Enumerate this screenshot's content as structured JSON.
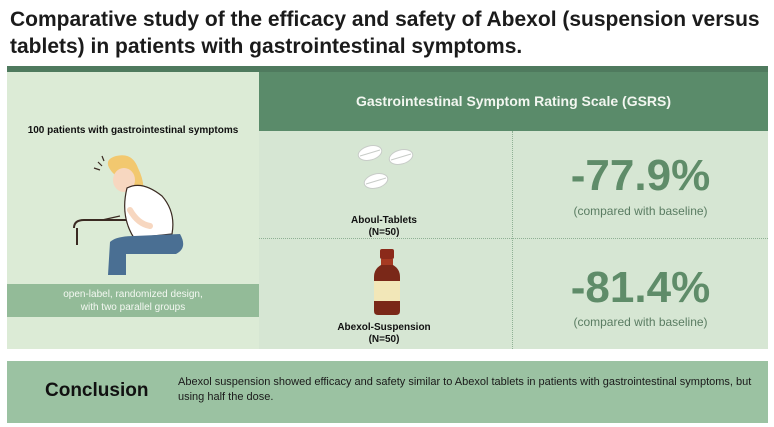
{
  "title": "Comparative study of the efficacy and safety of Abexol (suspension versus tablets) in patients with gastrointestinal symptoms.",
  "left_panel": {
    "heading": "100 patients with gastrointestinal symptoms",
    "design_line1": "open-label, randomized design,",
    "design_line2": "with two parallel groups"
  },
  "scale_header": "Gastrointestinal Symptom Rating Scale (GSRS)",
  "groups": [
    {
      "name": "Aboul-Tablets",
      "n": "(N=50)",
      "result": "-77.9%",
      "note": "(compared with baseline)"
    },
    {
      "name": "Abexol-Suspension",
      "n": "(N=50)",
      "result": "-81.4%",
      "note": "(compared with baseline)"
    }
  ],
  "conclusion": {
    "heading": "Conclusion",
    "text": "Abexol suspension showed efficacy and safety similar to Abexol tablets in patients with gastrointestinal symptoms, but using half the dose."
  },
  "colors": {
    "dark_green": "#4f7a5e",
    "header_green": "#5a8b6a",
    "light_green": "#dcebd6",
    "mid_green": "#93bb98",
    "result_green": "#5f8c69"
  },
  "icons": [
    "patient-illustration",
    "tablets-icon",
    "suspension-bottle-icon"
  ]
}
